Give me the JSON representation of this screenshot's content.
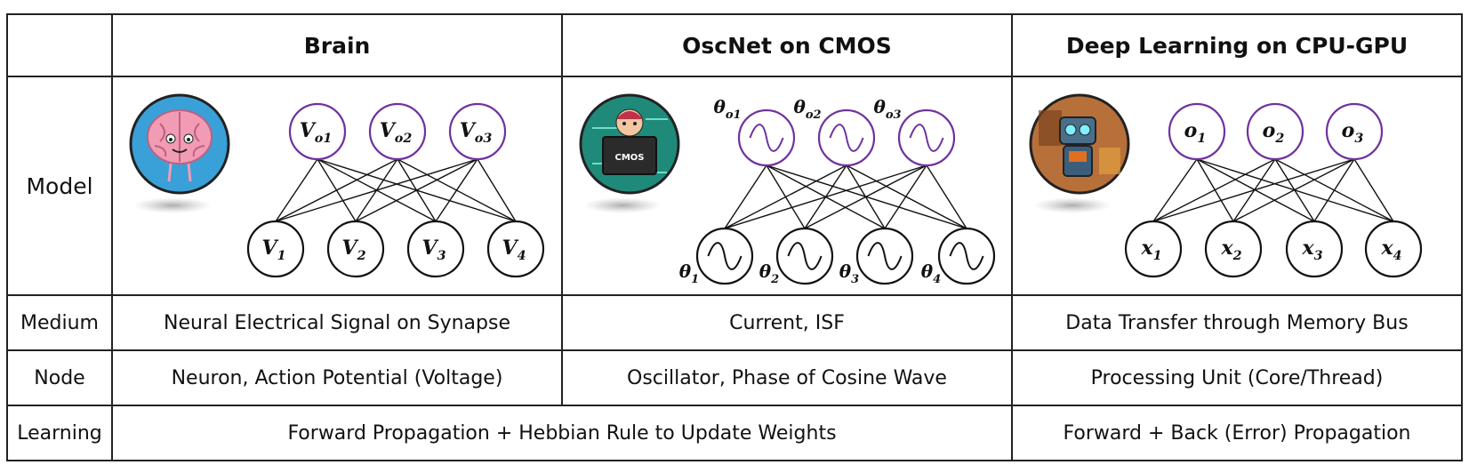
{
  "header": {
    "brain": "Brain",
    "oscnet": "OscNet on CMOS",
    "deep": "Deep Learning on CPU-GPU"
  },
  "rows": {
    "model": "Model",
    "medium": "Medium",
    "node": "Node",
    "learning": "Learning"
  },
  "medium": {
    "brain": "Neural Electrical Signal on Synapse",
    "oscnet": "Current, ISF",
    "deep": "Data Transfer through Memory Bus"
  },
  "node": {
    "brain": "Neuron, Action Potential (Voltage)",
    "oscnet": "Oscillator, Phase of Cosine Wave",
    "deep": "Processing Unit (Core/Thread)"
  },
  "learning": {
    "brain_oscnet": "Forward Propagation + Hebbian Rule to Update Weights",
    "deep": "Forward + Back (Error) Propagation"
  },
  "brain_net": {
    "outputs": [
      {
        "base": "V",
        "sub": "o1"
      },
      {
        "base": "V",
        "sub": "o2"
      },
      {
        "base": "V",
        "sub": "o3"
      }
    ],
    "inputs": [
      {
        "base": "V",
        "sub": "1"
      },
      {
        "base": "V",
        "sub": "2"
      },
      {
        "base": "V",
        "sub": "3"
      },
      {
        "base": "V",
        "sub": "4"
      }
    ]
  },
  "osc_net": {
    "outputs": [
      {
        "base": "θ",
        "sub": "o1"
      },
      {
        "base": "θ",
        "sub": "o2"
      },
      {
        "base": "θ",
        "sub": "o3"
      }
    ],
    "inputs": [
      {
        "base": "θ",
        "sub": "1"
      },
      {
        "base": "θ",
        "sub": "2"
      },
      {
        "base": "θ",
        "sub": "3"
      },
      {
        "base": "θ",
        "sub": "4"
      }
    ],
    "chip_label": "CMOS"
  },
  "dl_net": {
    "outputs": [
      {
        "base": "o",
        "sub": "1"
      },
      {
        "base": "o",
        "sub": "2"
      },
      {
        "base": "o",
        "sub": "3"
      }
    ],
    "inputs": [
      {
        "base": "x",
        "sub": "1"
      },
      {
        "base": "x",
        "sub": "2"
      },
      {
        "base": "x",
        "sub": "3"
      },
      {
        "base": "x",
        "sub": "4"
      }
    ]
  },
  "colors": {
    "output_node": "#7030a0",
    "input_node": "#111111",
    "grid": "#222222",
    "brain_bg": "#3aa0d8",
    "brain_pink": "#f19bb5",
    "chip_bg": "#1f8a7a",
    "robot_bg": "#b8703a"
  },
  "icons": {
    "brain": "cartoon-brain-icon",
    "oscnet": "cmos-chip-icon",
    "deep": "robot-icon"
  }
}
